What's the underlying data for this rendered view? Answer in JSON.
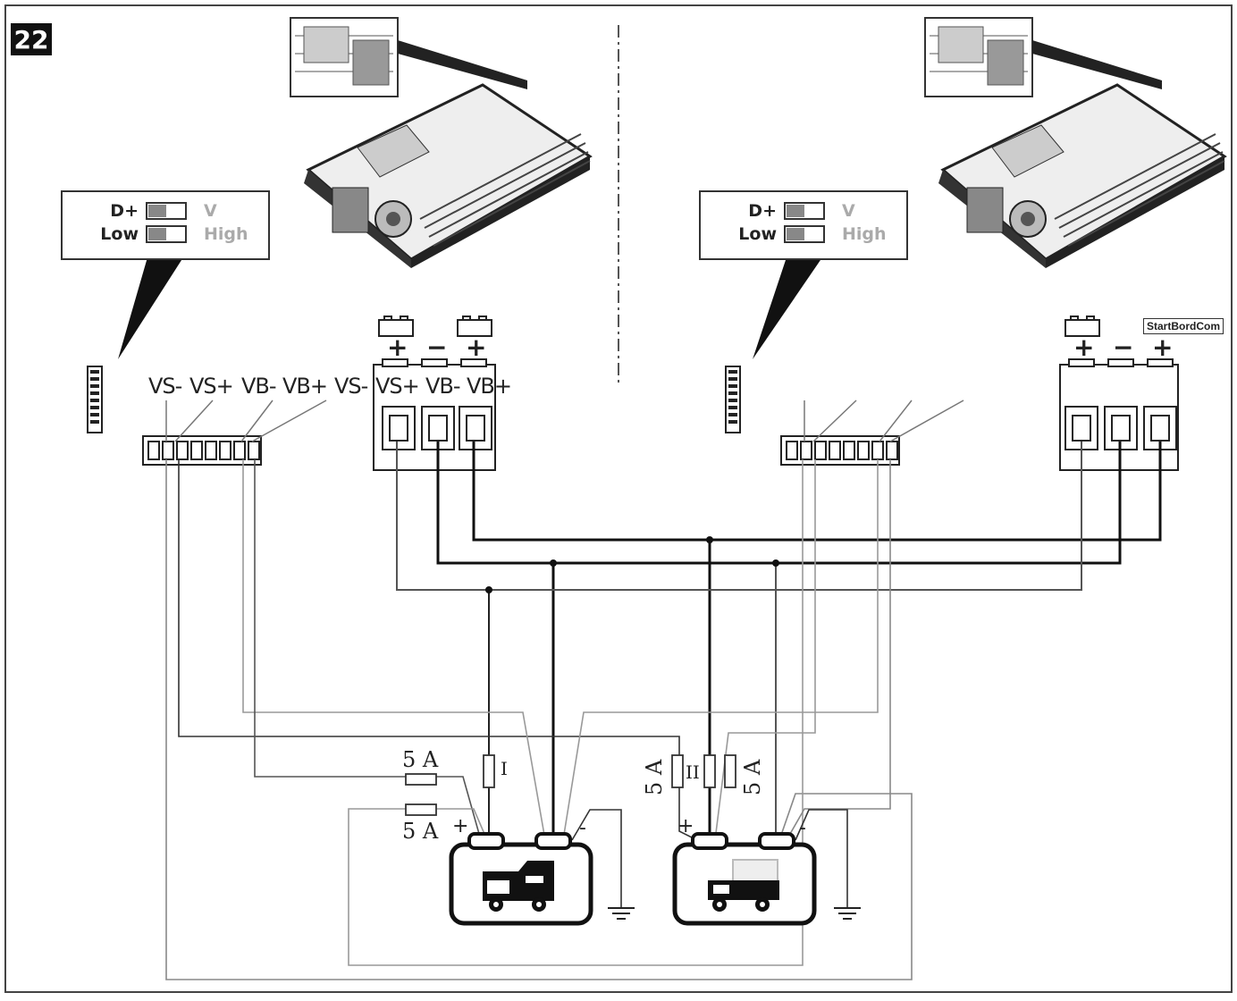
{
  "figure": {
    "number": "22"
  },
  "switch_panel": {
    "left_rows": [
      "D+",
      "Low"
    ],
    "right_rows": [
      "V",
      "High"
    ]
  },
  "terminal_signs": [
    "+",
    "−",
    "+"
  ],
  "pin_labels": [
    "VS-",
    "VS+",
    "VB-",
    "VB+"
  ],
  "corner_tag": "StartBordCom",
  "fuses": {
    "rating": "5 A",
    "fuse_I": "I",
    "fuse_II": "II"
  },
  "battery_polarity": {
    "plus": "+",
    "minus": "-"
  },
  "icons": [
    "charger-device-icon",
    "dip-switch-icon",
    "battery-icon",
    "camper-van-icon",
    "ground-icon"
  ]
}
